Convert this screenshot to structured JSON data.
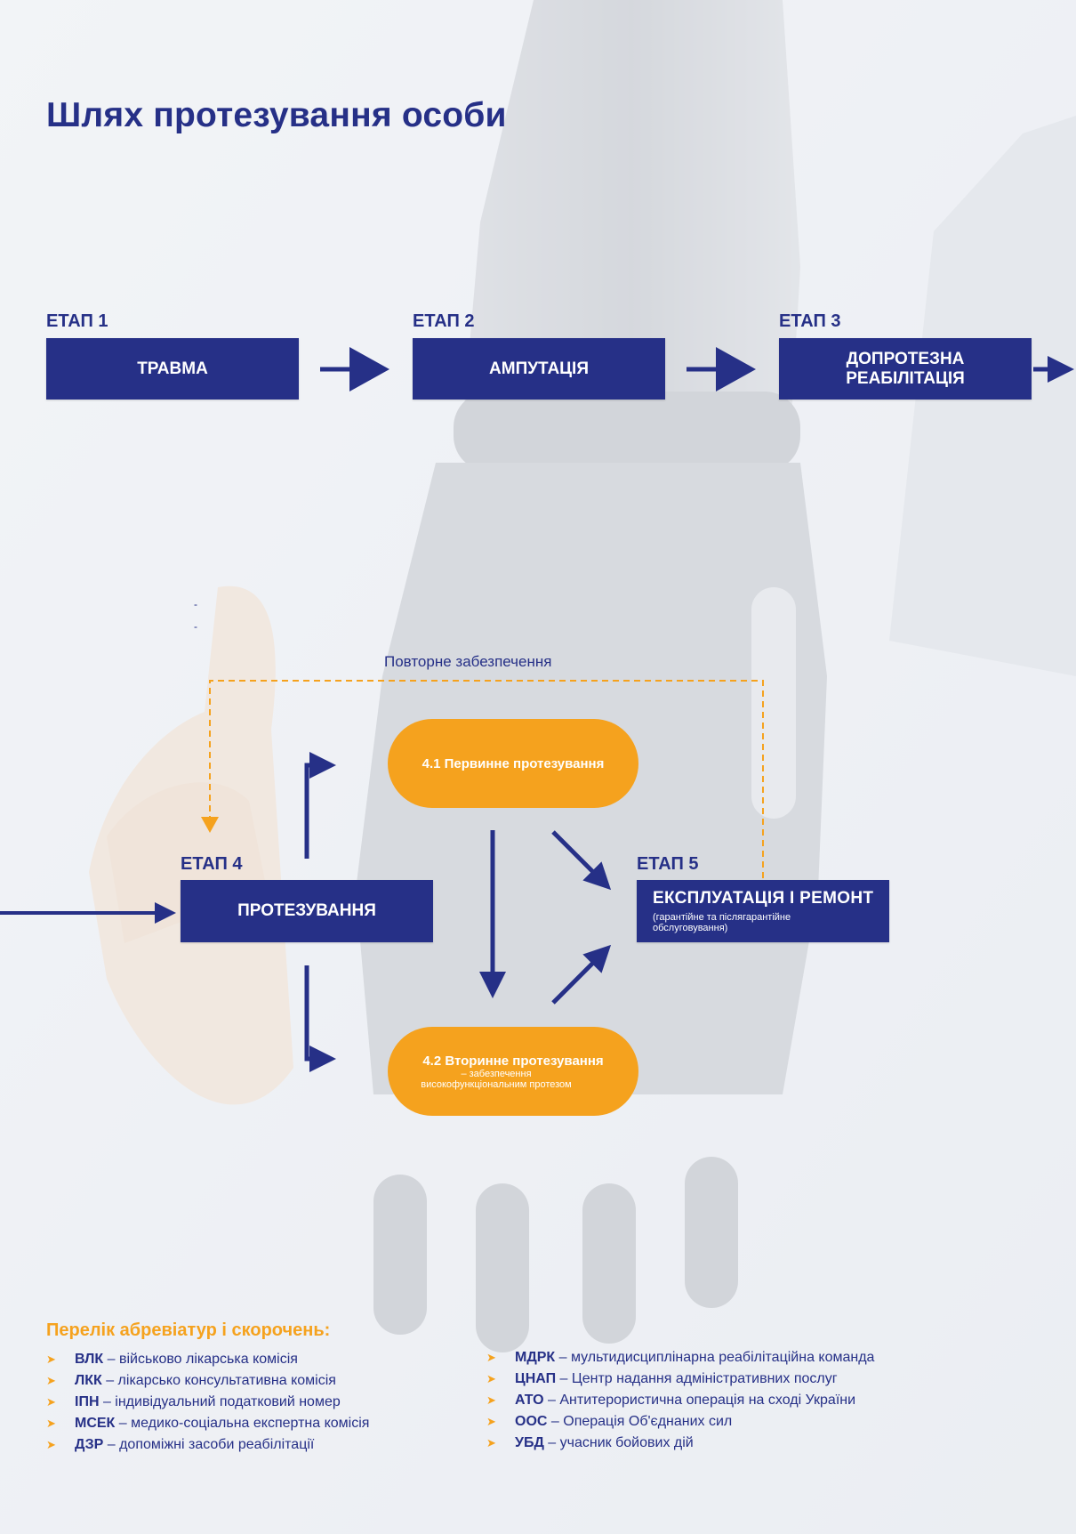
{
  "title": "Шлях протезування особи",
  "stages": {
    "s1": {
      "label": "ЕТАП 1",
      "box": "ТРАВМА"
    },
    "s2": {
      "label": "ЕТАП 2",
      "box": "АМПУТАЦІЯ"
    },
    "s3": {
      "label": "ЕТАП 3",
      "box_line1": "ДОПРОТЕЗНА",
      "box_line2": "РЕАБІЛІТАЦІЯ"
    },
    "s4": {
      "label": "ЕТАП 4",
      "box": "ПРОТЕЗУВАННЯ"
    },
    "s5": {
      "label": "ЕТАП 5",
      "box": "ЕКСПЛУАТАЦІЯ І РЕМОНТ",
      "sub": "(гарантійне та післягарантійне обслуговування)"
    }
  },
  "substages": {
    "p1": {
      "title": "4.1 Первинне протезування"
    },
    "p2": {
      "title": "4.2 Вторинне протезування",
      "sub_line1": "– забезпечення",
      "sub_line2": "високофункціональним протезом"
    }
  },
  "repeat_label": "Повторне забезпечення",
  "dash_marks": [
    "-",
    "-"
  ],
  "abbreviations": {
    "title": "Перелік абревіатур і скорочень:",
    "left": [
      {
        "key": "ВЛК",
        "text": " – військово лікарська комісія"
      },
      {
        "key": "ЛКК",
        "text": " – лікарсько консультативна комісія"
      },
      {
        "key": "ІПН",
        "text": " – індивідуальний податковий номер"
      },
      {
        "key": "МСЕК",
        "text": " – медико-соціальна експертна комісія"
      },
      {
        "key": "ДЗР",
        "text": " – допоміжні засоби реабілітації"
      }
    ],
    "right": [
      {
        "key": "МДРК",
        "text": " – мультидисциплінарна реабілітаційна команда"
      },
      {
        "key": "ЦНАП",
        "text": " – Центр надання адміністративних послуг"
      },
      {
        "key": "АТО",
        "text": " – Антитерористична операція на сході України"
      },
      {
        "key": "ООС",
        "text": " – Операція Об'єднаних сил"
      },
      {
        "key": "УБД",
        "text": " – учасник бойових дій"
      }
    ]
  },
  "colors": {
    "navy": "#263087",
    "orange": "#f5a21e",
    "background": "#eef1f5"
  },
  "icons": {
    "bullet": "arrowhead-bullet-icon",
    "background": "prosthetic-hand-photo"
  }
}
